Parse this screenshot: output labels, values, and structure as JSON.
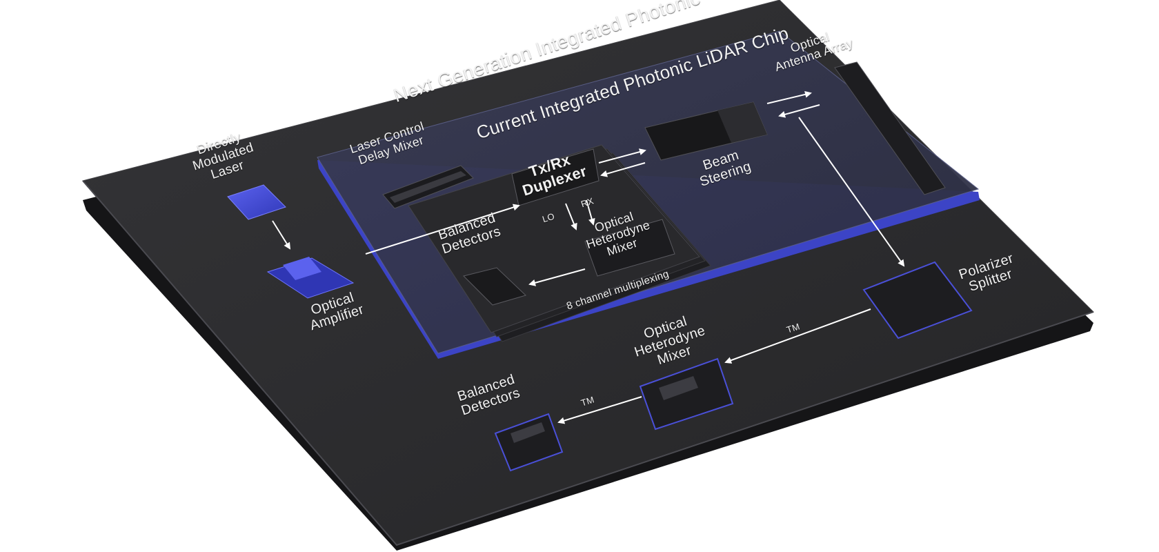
{
  "chip": {
    "outer_title": "Next Generation Integrated Photonic",
    "inner_title": "Current Integrated Photonic LiDAR Chip"
  },
  "components": {
    "directly_modulated_laser": [
      "Directly",
      "Modulated",
      "Laser"
    ],
    "optical_amplifier": [
      "Optical",
      "Amplifier"
    ],
    "laser_control_delay_mixer": [
      "Laser Control",
      "Delay Mixer"
    ],
    "tx_rx_duplexer": [
      "Tx/Rx",
      "Duplexer"
    ],
    "beam_steering": [
      "Beam",
      "Steering"
    ],
    "optical_antenna_array": [
      "Optical",
      "Antenna Array"
    ],
    "balanced_detectors_inner": [
      "Balanced",
      "Detectors"
    ],
    "optical_heterodyne_mixer_inner": [
      "Optical",
      "Heterodyne",
      "Mixer"
    ],
    "polarizer_splitter": [
      "Polarizer",
      "Splitter"
    ],
    "optical_heterodyne_mixer_outer": [
      "Optical",
      "Heterodyne",
      "Mixer"
    ],
    "balanced_detectors_outer": [
      "Balanced",
      "Detectors"
    ]
  },
  "signal_labels": {
    "lo": "LO",
    "rx": "RX",
    "tm_right": "TM",
    "tm_left": "TM",
    "multiplexing": "8 channel multiplexing"
  },
  "colors": {
    "chip": "#2a2a2c",
    "chip_edge": "#151517",
    "inner_panel": "#323448",
    "accent_blue": "#4a50d8",
    "text": "#f2f2f2"
  }
}
